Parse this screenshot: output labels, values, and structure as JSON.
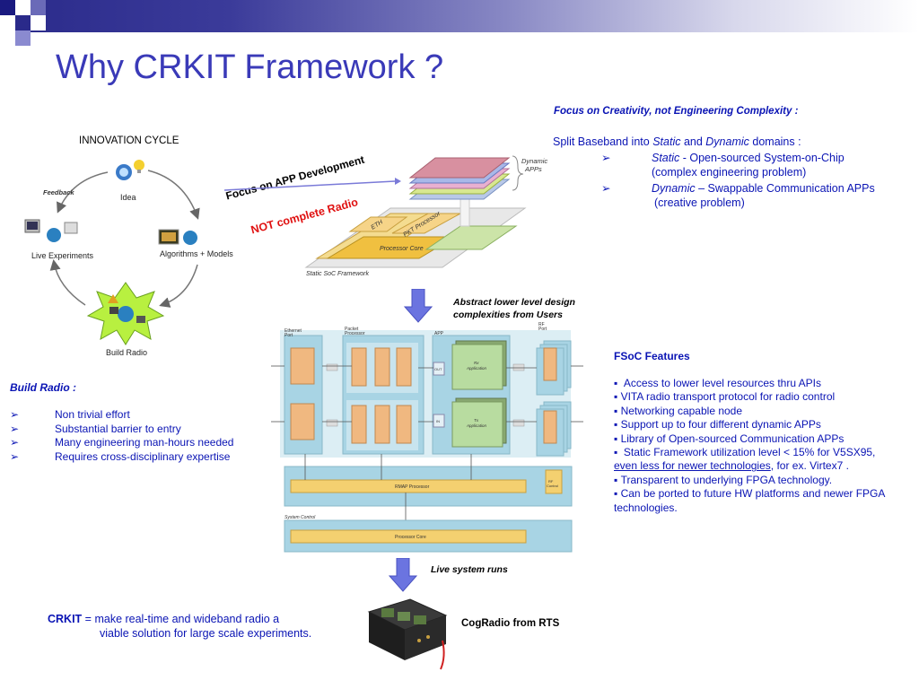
{
  "slide": {
    "title": "Why CRKIT Framework ?"
  },
  "cycle": {
    "heading": "INNOVATION CYCLE",
    "feedback": "Feedback",
    "idea": "Idea",
    "algorithms": "Algorithms + Models",
    "live_experiments": "Live Experiments",
    "build_radio": "Build Radio"
  },
  "soc": {
    "focus_app": "Focus on APP Development",
    "not_complete": "NOT complete Radio",
    "dynamic_apps": [
      "Dynamic",
      "APPs"
    ],
    "eth": "ETH",
    "pkt_processor": "PKT Processor",
    "processor_core": "Processor Core",
    "framework_label": "Static SoC Framework"
  },
  "right_top": {
    "focus_heading": "Focus on Creativity, not Engineering Complexity :",
    "split_prefix": "Split Baseband into ",
    "split_static": "Static",
    "split_and": " and ",
    "split_dynamic": "Dynamic",
    "split_suffix": " domains :",
    "static_word": "Static",
    "static_desc": " - Open-sourced System-on-Chip",
    "static_sub": "(complex engineering problem)",
    "dynamic_word": "Dynamic",
    "dynamic_desc": " – Swappable Communication APPs",
    "dynamic_sub": "(creative problem)"
  },
  "abstract_note": [
    "Abstract lower level design",
    "complexities from Users"
  ],
  "fsoc": {
    "heading": "FSoC Features",
    "items": [
      "Access to lower level resources thru APIs",
      "VITA radio transport protocol for radio control",
      "Networking capable node",
      "Support up to four different dynamic APPs",
      "Library of Open-sourced Communication APPs",
      "Static Framework utilization level < 15% for V5SX95,"
    ],
    "underline_text": "even less for newer technologies",
    "after_underline": ", for ex. Virtex7 .",
    "items2": [
      "Transparent to underlying FPGA technology.",
      "Can be ported to future HW platforms and newer FPGA"
    ],
    "last_line": "technologies."
  },
  "build": {
    "heading": "Build Radio :",
    "items": [
      "Non trivial effort",
      "Substantial barrier to entry",
      "Many engineering man-hours needed",
      "Requires cross-disciplinary expertise"
    ]
  },
  "diagram": {
    "ethernet_port": [
      "Ethernet",
      "Port"
    ],
    "packet_processor": [
      "Packet",
      "Processor"
    ],
    "app": "APP",
    "rf_port": [
      "RF",
      "Port"
    ],
    "rx_application": [
      "Rx",
      "Application"
    ],
    "tx_application": [
      "Tx",
      "Application"
    ],
    "rmap_processor": "RMAP Processor",
    "rf_control": [
      "RF",
      "Control"
    ],
    "system_control": "System Control",
    "processor_core": "Processor Core",
    "out": "OUT",
    "in": "IN"
  },
  "live_runs": "Live system runs",
  "crkit": {
    "name": "CRKIT",
    "line1": " = make real-time and wideband radio a",
    "line2": "viable solution for large scale experiments."
  },
  "cogradio": "CogRadio from RTS",
  "colors": {
    "title": "#3a3ab8",
    "text_blue": "#0a14b4",
    "red": "#e01010",
    "arrow_blue": "#6b74e0",
    "diagram_teal": "#a8d4e4",
    "block_orange": "#f0b880",
    "block_green": "#b8dca0"
  }
}
